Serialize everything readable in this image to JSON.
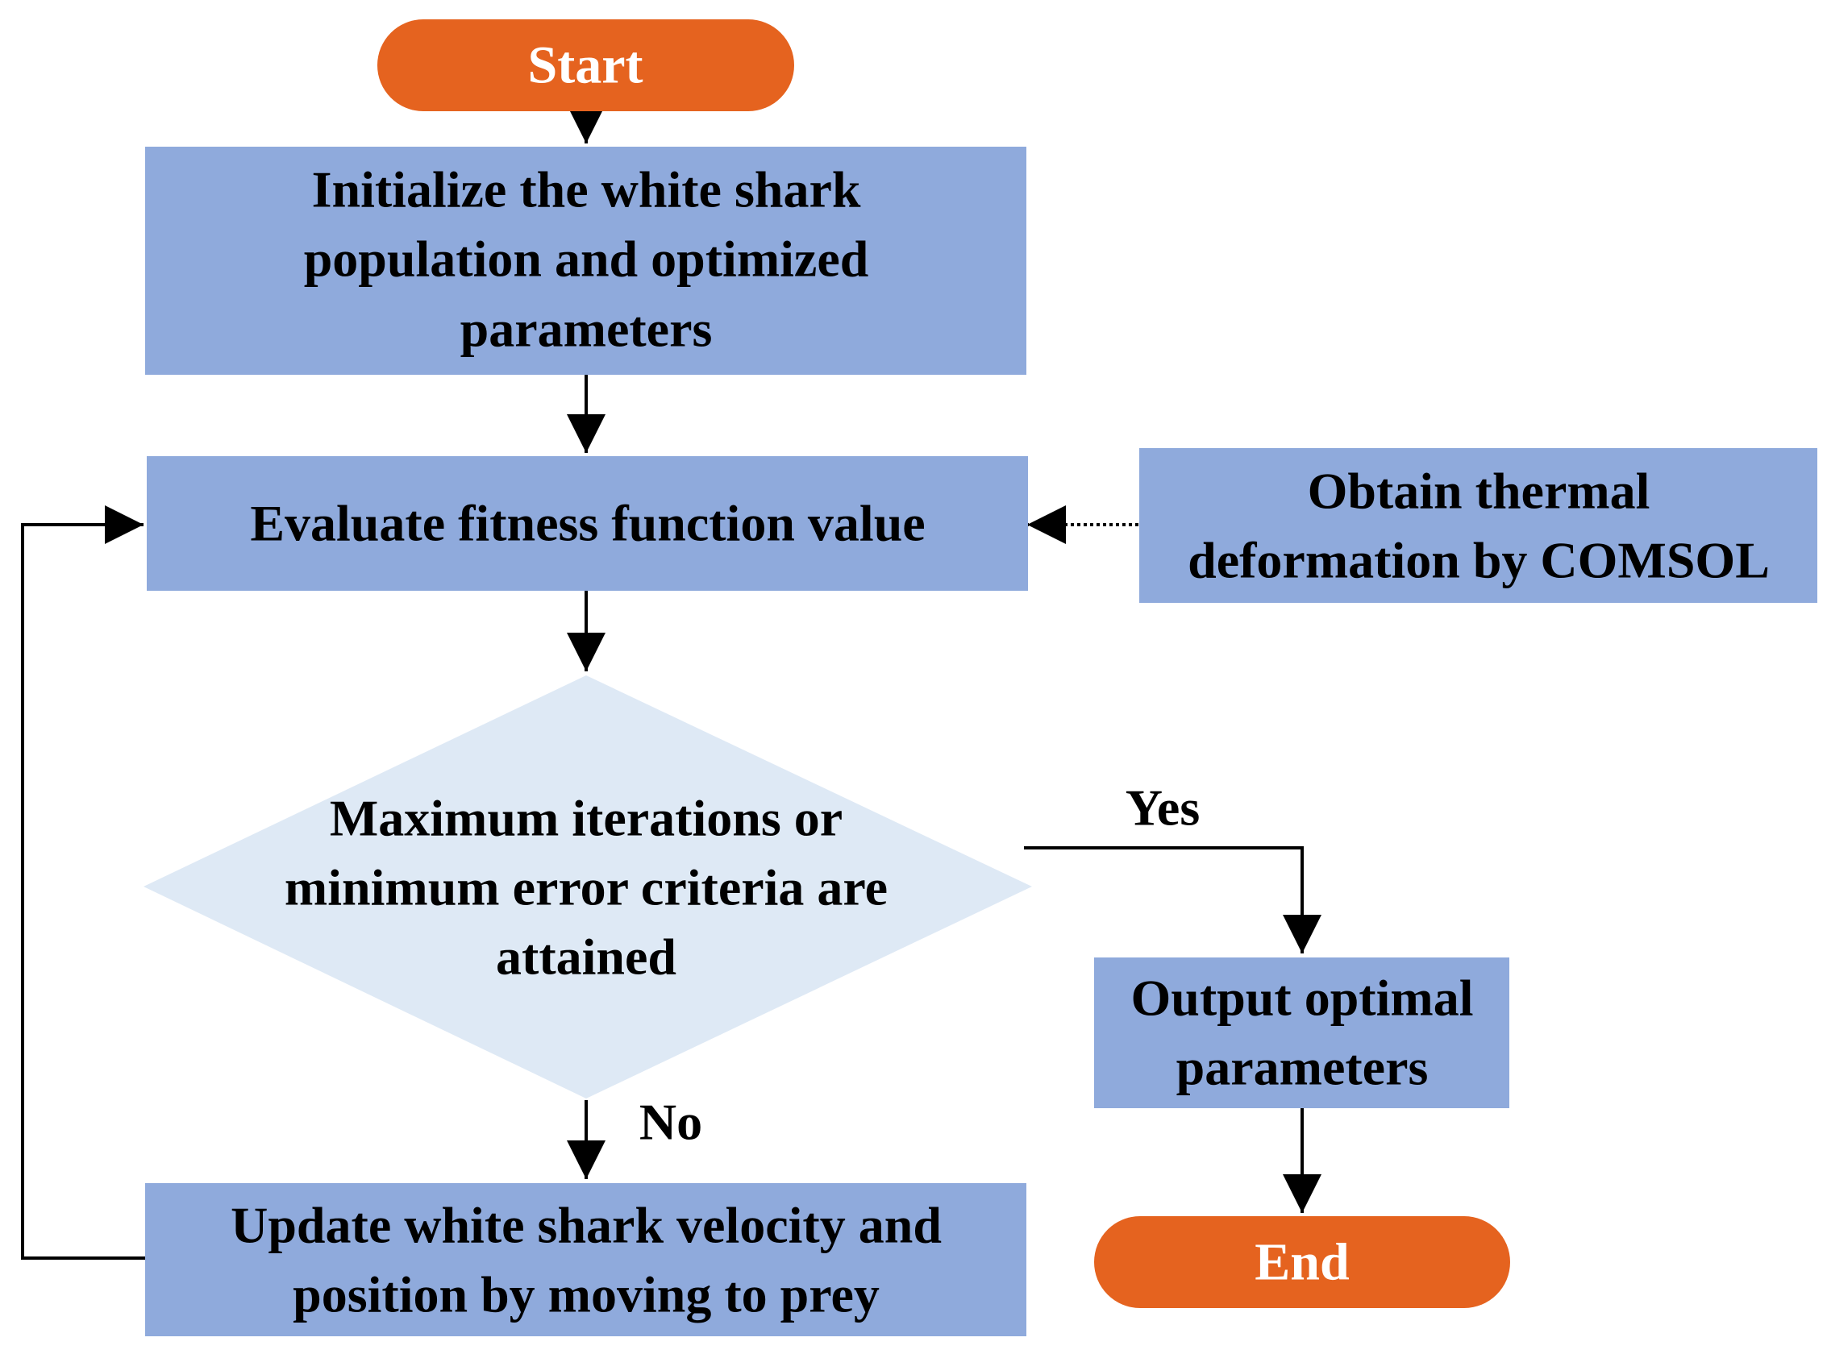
{
  "colors": {
    "terminal": "#E5631F",
    "process": "#8FAADC",
    "decision": "#DEE9F5",
    "line": "#000000"
  },
  "nodes": {
    "start": {
      "label": "Start"
    },
    "init": {
      "lines": [
        "Initialize the white shark",
        "population and optimized",
        "parameters"
      ]
    },
    "evaluate": {
      "lines": [
        "Evaluate fitness function value"
      ]
    },
    "comsol": {
      "lines": [
        "Obtain thermal",
        "deformation by COMSOL"
      ]
    },
    "decision": {
      "lines": [
        "Maximum iterations or",
        "minimum error criteria are",
        "attained"
      ]
    },
    "output": {
      "lines": [
        "Output optimal",
        "parameters"
      ]
    },
    "update": {
      "lines": [
        "Update white shark velocity and",
        "position by moving to prey"
      ]
    },
    "end": {
      "label": "End"
    }
  },
  "edge_labels": {
    "yes": "Yes",
    "no": "No"
  }
}
